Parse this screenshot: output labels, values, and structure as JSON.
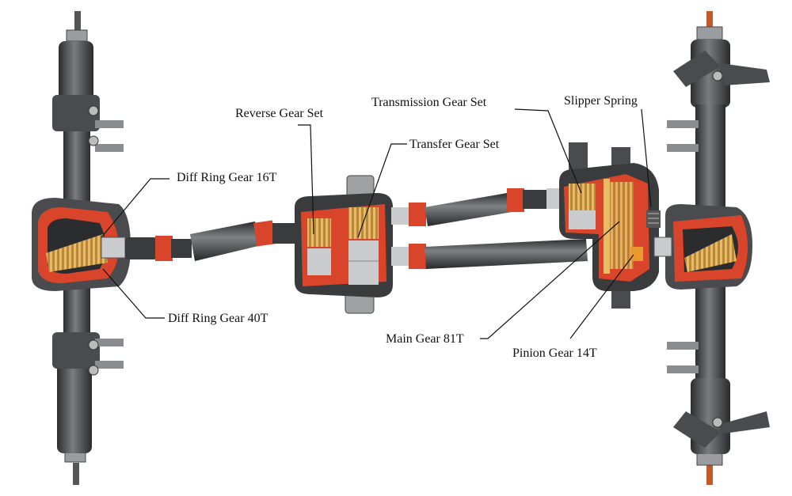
{
  "labels": {
    "reverse_gear_set": "Reverse Gear Set",
    "transmission_gear_set": "Transmission Gear Set",
    "slipper_spring": "Slipper Spring",
    "transfer_gear_set": "Transfer Gear Set",
    "diff_ring_gear_16t": "Diff Ring Gear 16T",
    "diff_ring_gear_40t": "Diff Ring Gear 40T",
    "main_gear_81t": "Main Gear 81T",
    "pinion_gear_14t": "Pinion Gear 14T"
  },
  "colors": {
    "housing": "#3a3b3d",
    "housing_light": "#6b6d70",
    "cutaway": "#d9452a",
    "gear": "#e2b25a",
    "metal": "#c9cbcd",
    "leader": "#111111"
  }
}
